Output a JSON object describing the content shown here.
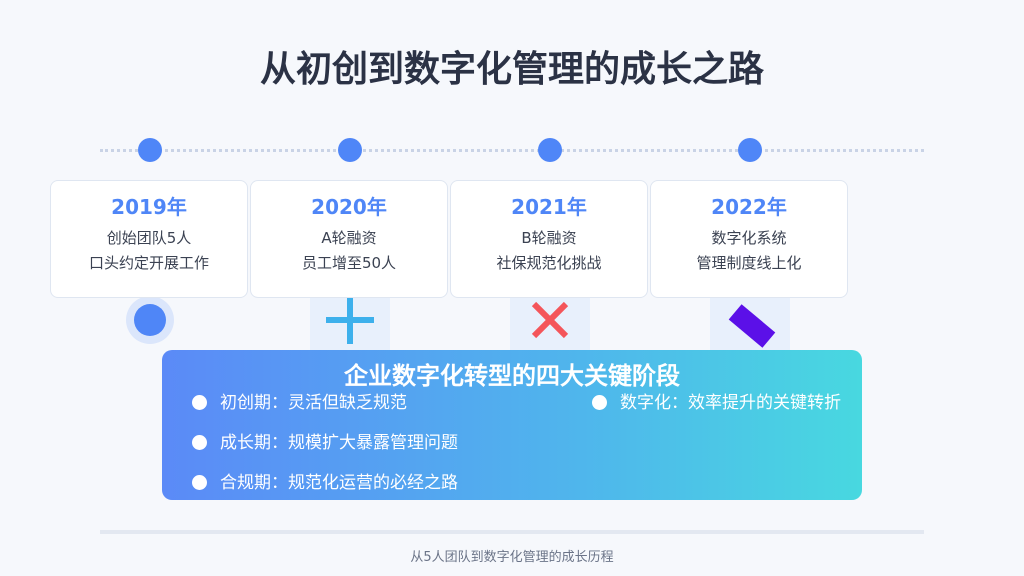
{
  "title": "从初创到数字化管理的成长之路",
  "milestones": [
    {
      "year": "2019年",
      "line1": "创始团队5人",
      "line2": "口头约定开展工作",
      "icon": "circle-icon"
    },
    {
      "year": "2020年",
      "line1": "A轮融资",
      "line2": "员工增至50人",
      "icon": "plus-icon"
    },
    {
      "year": "2021年",
      "line1": "B轮融资",
      "line2": "社保规范化挑战",
      "icon": "cross-icon"
    },
    {
      "year": "2022年",
      "line1": "数字化系统",
      "line2": "管理制度线上化",
      "icon": "diamond-icon"
    }
  ],
  "panel": {
    "title": "企业数字化转型的四大关键阶段",
    "stages": [
      "初创期：灵活但缺乏规范",
      "成长期：规模扩大暴露管理问题",
      "合规期：规范化运营的必经之路",
      "数字化：效率提升的关键转折"
    ]
  },
  "footer": "从5人团队到数字化管理的成长历程",
  "colors": {
    "accent": "#4f86f7",
    "plus": "#3db0ec",
    "cross": "#f4555a",
    "diamond": "#5b10e8",
    "title": "#2b3245"
  }
}
